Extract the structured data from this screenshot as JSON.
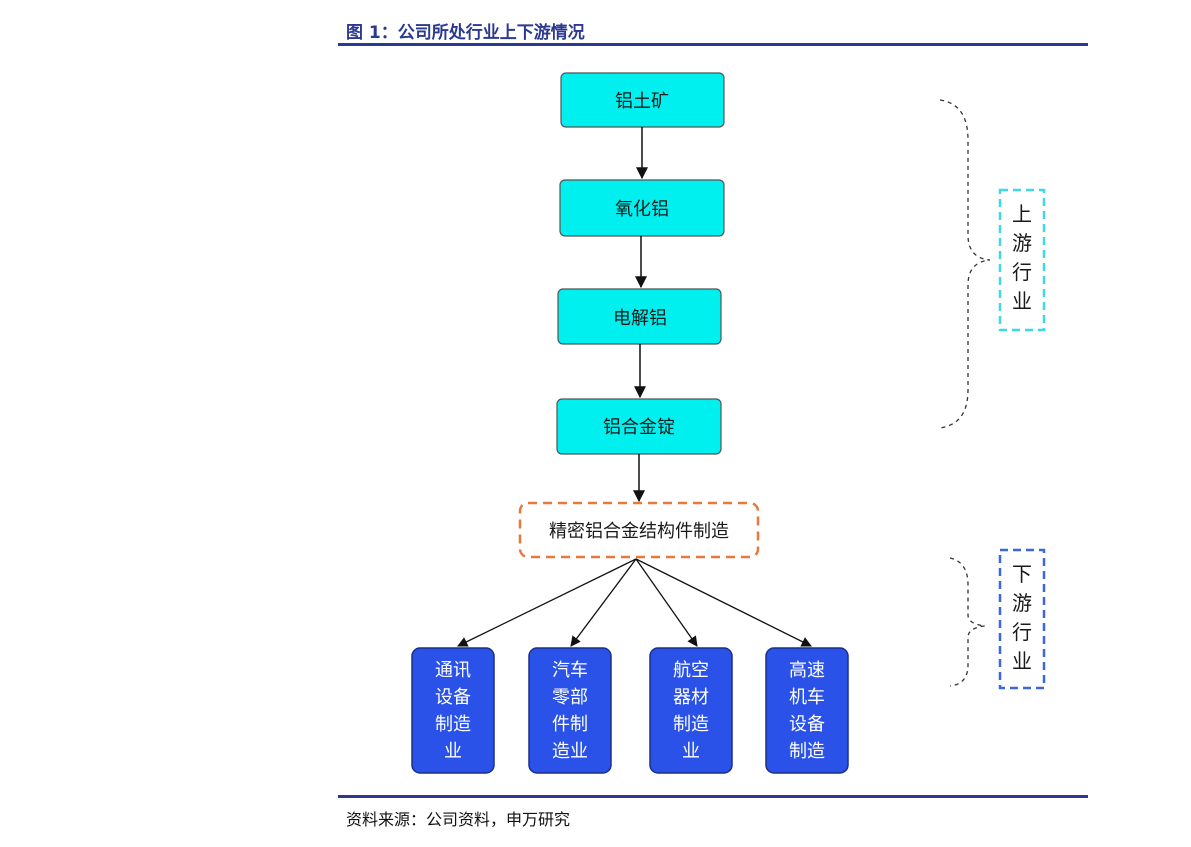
{
  "title": "图 1：公司所处行业上下游情况",
  "source": "资料来源：公司资料，申万研究",
  "chain": [
    "铝土矿",
    "氧化铝",
    "电解铝",
    "铝合金锭"
  ],
  "middle": "精密铝合金结构件制造",
  "downstream": [
    [
      "通讯",
      "设备",
      "制造",
      "业"
    ],
    [
      "汽车",
      "零部",
      "件制",
      "造业"
    ],
    [
      "航空",
      "器材",
      "制造",
      "业"
    ],
    [
      "高速",
      "机车",
      "设备",
      "制造"
    ]
  ],
  "side_labels": {
    "upstream": [
      "上",
      "游",
      "行",
      "业"
    ],
    "downstream": [
      "下",
      "游",
      "行",
      "业"
    ]
  },
  "colors": {
    "heading": "#2b3990",
    "chain_fill": "#00f0f0",
    "middle_border": "#e8793a",
    "downstream_fill": "#2a52e8",
    "upstream_label_border": "#3fd9e6",
    "downstream_label_border": "#3a66e0"
  }
}
